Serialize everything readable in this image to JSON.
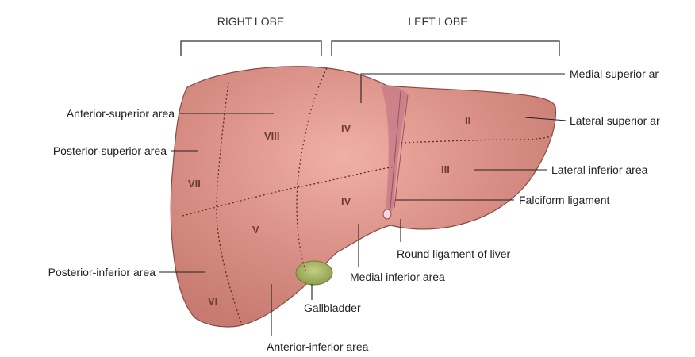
{
  "figure": {
    "lobes": {
      "right": "RIGHT LOBE",
      "left": "LEFT LOBE"
    },
    "segments": {
      "viii": "VIII",
      "iv_upper": "IV",
      "ii": "II",
      "iii": "III",
      "vii": "VII",
      "iv_lower": "IV",
      "v": "V",
      "vi": "VI"
    },
    "labels": {
      "medial_superior": "Medial superior ar",
      "anterior_superior": "Anterior-superior area",
      "lateral_superior": "Lateral superior ar",
      "posterior_superior": "Posterior-superior area",
      "lateral_inferior": "Lateral inferior area",
      "falciform": "Falciform ligament",
      "round_ligament": "Round ligament of liver",
      "posterior_inferior": "Posterior-inferior area",
      "medial_inferior": "Medial inferior area",
      "gallbladder": "Gallbladder",
      "anterior_inferior": "Anterior-inferior area"
    },
    "colors": {
      "liver": "#d68c82",
      "liver_outline": "#8a4a44",
      "ligament": "#c77a84",
      "gallbladder": "#a9b86a"
    }
  }
}
